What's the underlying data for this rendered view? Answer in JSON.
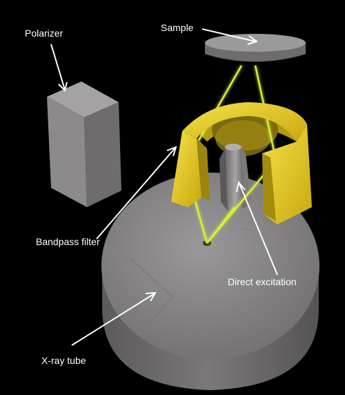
{
  "diagram": {
    "labels": {
      "polarizer": "Polarizer",
      "sample": "Sample",
      "bandpass_filter": "Bandpass filter",
      "direct_excitation": "Direct excitation",
      "xray_tube": "X-ray tube"
    },
    "colors": {
      "background": "#000000",
      "component_gray": "#8a8888",
      "filter_yellow": "#e3c81a",
      "beam_yellow": "#d8ef3a",
      "label_text": "#ffffff"
    }
  }
}
